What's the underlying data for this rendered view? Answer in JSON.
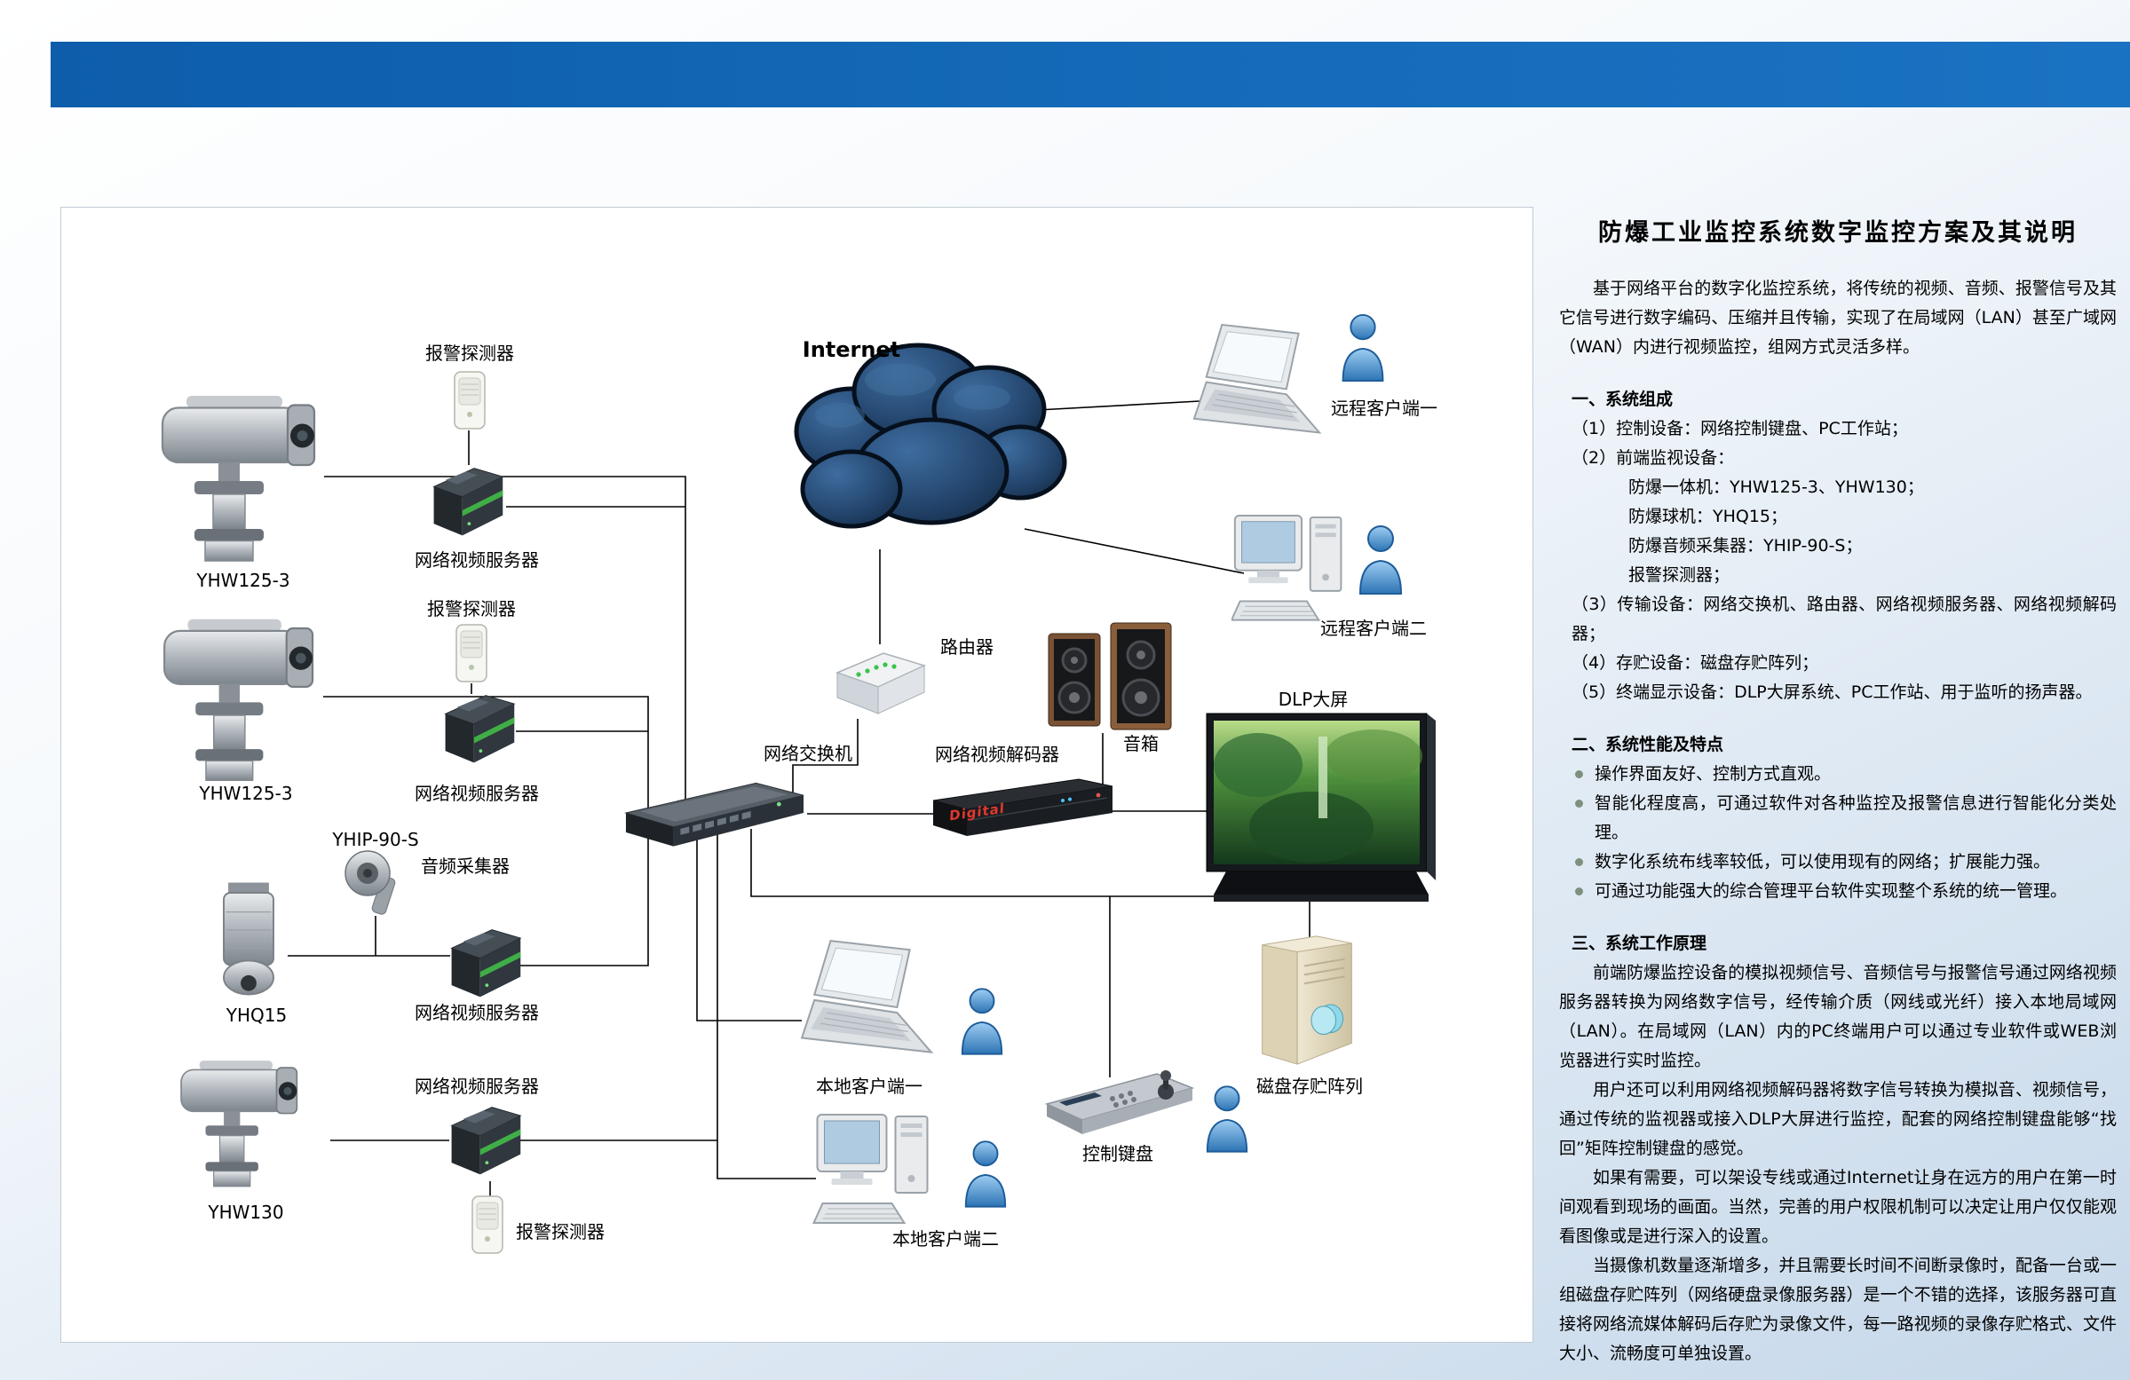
{
  "diagram": {
    "labels": {
      "internet": "Internet",
      "cam1": "YHW125-3",
      "cam2": "YHW125-3",
      "cam3": "YHQ15",
      "cam4": "YHW130",
      "alarm1": "报警探测器",
      "alarm2": "报警探测器",
      "alarm3": "报警探测器",
      "vserver1": "网络视频服务器",
      "vserver2": "网络视频服务器",
      "vserver3": "网络视频服务器",
      "vserver4": "网络视频服务器",
      "audio_model": "YHIP-90-S",
      "audio_name": "音频采集器",
      "router": "路由器",
      "switch": "网络交换机",
      "decoder": "网络视频解码器",
      "decoder_brand": "Digital",
      "speakers": "音箱",
      "dlp": "DLP大屏",
      "remote1": "远程客户端一",
      "remote2": "远程客户端二",
      "local1": "本地客户端一",
      "local2": "本地客户端二",
      "keyboard": "控制键盘",
      "diskarray": "磁盘存贮阵列"
    },
    "accent_colors": {
      "cloud": "#1d3c5f",
      "person": "#3f85c6",
      "topbar": "#1166b3"
    }
  },
  "panel": {
    "title": "防爆工业监控系统数字监控方案及其说明",
    "intro": "基于网络平台的数字化监控系统，将传统的视频、音频、报警信号及其它信号进行数字编码、压缩并且传输，实现了在局域网（LAN）甚至广域网（WAN）内进行视频监控，组网方式灵活多样。",
    "s1": {
      "heading": "一、系统组成",
      "lines": [
        "（1）控制设备：网络控制键盘、PC工作站；",
        "（2）前端监视设备：",
        "防爆一体机：YHW125-3、YHW130；",
        "防爆球机：YHQ15；",
        "防爆音频采集器：YHIP-90-S；",
        "报警探测器；",
        "（3）传输设备：网络交换机、路由器、网络视频服务器、网络视频解码器；",
        "（4）存贮设备：磁盘存贮阵列；",
        "（5）终端显示设备：DLP大屏系统、PC工作站、用于监听的扬声器。"
      ]
    },
    "s2": {
      "heading": "二、系统性能及特点",
      "bullets": [
        "操作界面友好、控制方式直观。",
        "智能化程度高，可通过软件对各种监控及报警信息进行智能化分类处理。",
        "数字化系统布线率较低，可以使用现有的网络；扩展能力强。",
        "可通过功能强大的综合管理平台软件实现整个系统的统一管理。"
      ]
    },
    "s3": {
      "heading": "三、系统工作原理",
      "paras": [
        "前端防爆监控设备的模拟视频信号、音频信号与报警信号通过网络视频服务器转换为网络数字信号，经传输介质（网线或光纤）接入本地局域网（LAN）。在局域网（LAN）内的PC终端用户可以通过专业软件或WEB浏览器进行实时监控。",
        "用户还可以利用网络视频解码器将数字信号转换为模拟音、视频信号，通过传统的监视器或接入DLP大屏进行监控，配套的网络控制键盘能够“找回”矩阵控制键盘的感觉。",
        "如果有需要，可以架设专线或通过Internet让身在远方的用户在第一时间观看到现场的画面。当然，完善的用户权限机制可以决定让用户仅仅能观看图像或是进行深入的设置。",
        "当摄像机数量逐渐增多，并且需要长时间不间断录像时，配备一台或一组磁盘存贮阵列（网络硬盘录像服务器）是一个不错的选择，该服务器可直接将网络流媒体解码后存贮为录像文件，每一路视频的录像存贮格式、文件大小、流畅度可单独设置。"
      ]
    }
  }
}
